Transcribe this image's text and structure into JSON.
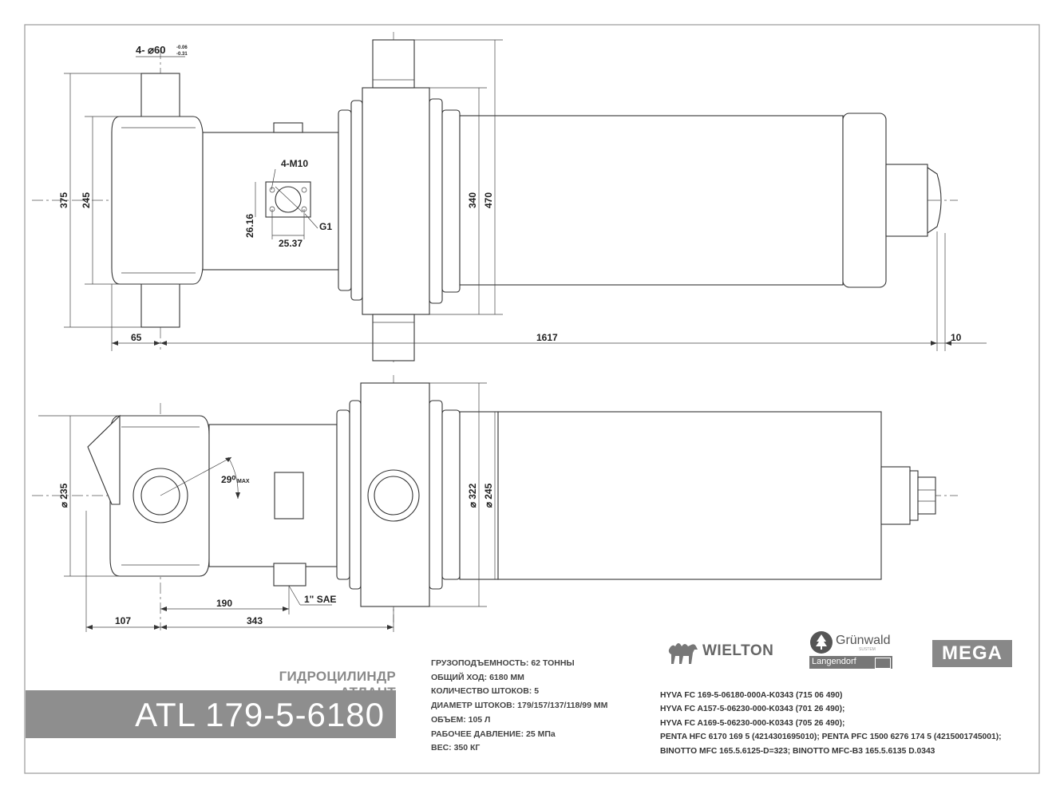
{
  "top_view": {
    "trunnion_spec": "4- ⌀60",
    "trunnion_tol_upper": "-0.06",
    "trunnion_tol_lower": "-0.31",
    "port_thread": "4-M10",
    "port_label": "G1",
    "dim_height_outer": "375",
    "dim_height_inner": "245",
    "dim_flange_height": "26.16",
    "dim_flange_width": "25.37",
    "dim_ring_inner": "340",
    "dim_ring_outer": "470",
    "dim_offset_left": "65",
    "dim_length": "1617",
    "dim_offset_right": "10"
  },
  "side_view": {
    "dim_diameter_head": "⌀ 235",
    "dim_diameter_outer": "⌀ 322",
    "dim_diameter_tube": "⌀ 245",
    "dim_angle": "29⁰",
    "dim_angle_suffix": "MAX",
    "dim_port_offset": "190",
    "dim_ring_offset": "343",
    "dim_head_offset": "107",
    "port_label": "1\" SAE"
  },
  "title": {
    "subtitle": "ГИДРОЦИЛИНДР АТЛАНТ",
    "model": "ATL 179-5-6180"
  },
  "specs": [
    "ГРУЗОПОДЪЕМНОСТЬ: 62 ТОННЫ",
    "ОБЩИЙ ХОД: 6180 ММ",
    "КОЛИЧЕСТВО ШТОКОВ: 5",
    "ДИАМЕТР ШТОКОВ: 179/157/137/118/99 ММ",
    "ОБЪЕМ: 105 Л",
    "РАБОЧЕЕ ДАВЛЕНИЕ: 25 МПа",
    "ВЕС: 350 КГ"
  ],
  "compatibility": [
    "HYVA FC 169-5-06180-000A-K0343 (715 06 490)",
    "HYVA FC A157-5-06230-000-K0343 (701 26 490);",
    "HYVA FC A169-5-06230-000-K0343 (705 26 490);",
    "PENTA HFC 6170 169 5 (4214301695010); PENTA PFC 1500 6276 174 5 (4215001745001);",
    "BINOTTO MFC 165.5.6125-D=323; BINOTTO MFC-B3 165.5.6135 D.0343"
  ],
  "logos": {
    "wielton": "WIELTON",
    "grunwald": "Grünwald",
    "grunwald_sub": "SUSTEM",
    "langendorf": "Langendorf",
    "mega": "MEGA"
  },
  "colors": {
    "band": "#8e8e8e",
    "subtitle": "#8a8a8a",
    "line": "#333333"
  }
}
